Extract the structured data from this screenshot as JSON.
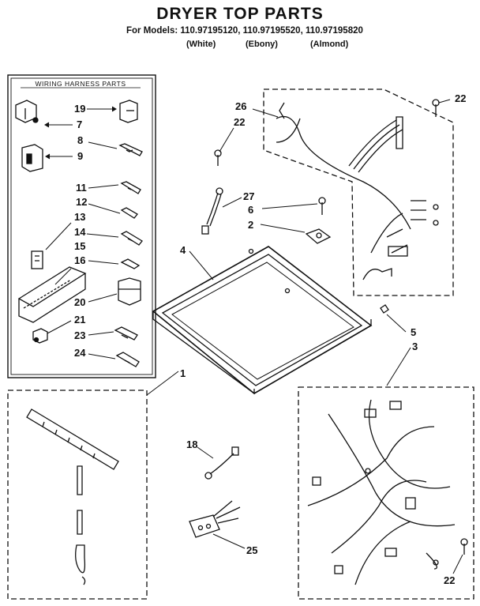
{
  "title": "DRYER TOP PARTS",
  "models_line": "For Models: 110.97195120, 110.97195520, 110.97195820",
  "variants": [
    "(White)",
    "(Ebony)",
    "(Almond)"
  ],
  "harness_panel_title": "WIRING HARNESS PARTS",
  "callouts": {
    "c1": "1",
    "c2": "2",
    "c3": "3",
    "c4": "4",
    "c5": "5",
    "c6": "6",
    "c7": "7",
    "c8": "8",
    "c9": "9",
    "c11": "11",
    "c12": "12",
    "c13": "13",
    "c14": "14",
    "c15": "15",
    "c16": "16",
    "c18": "18",
    "c19": "19",
    "c20": "20",
    "c21": "21",
    "c22a": "22",
    "c22b": "22",
    "c22c": "22",
    "c23": "23",
    "c24": "24",
    "c25": "25",
    "c26": "26",
    "c27": "27"
  }
}
